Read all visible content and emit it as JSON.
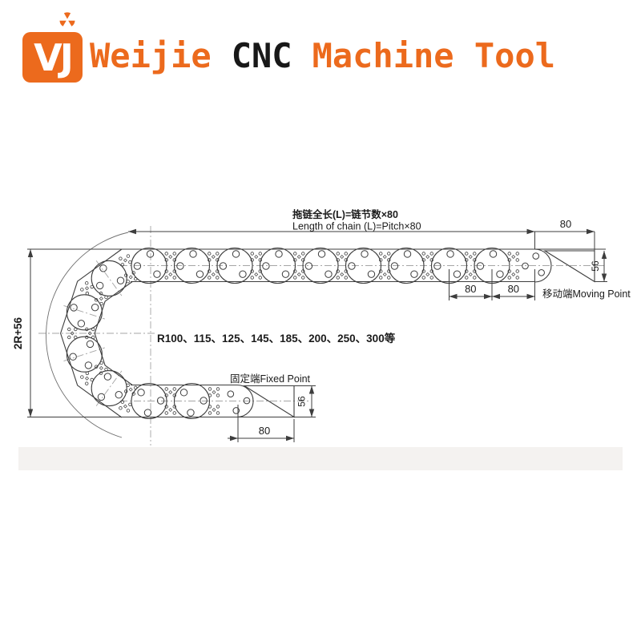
{
  "header": {
    "logo_text": "VJ",
    "title_part1": "Weijie",
    "title_part2": "CNC",
    "title_part3": "Machine Tool"
  },
  "colors": {
    "accent": "#ec6a1d",
    "ink": "#3d3d3d"
  },
  "diagram": {
    "formula_cn": "拖链全长(L)=链节数×80",
    "formula_en": "Length of chain (L)=Pitch×80",
    "pitch": "80",
    "height": "56",
    "bend_height": "2R+56",
    "radius_note": "R100、115、125、145、185、200、250、300等",
    "moving_label": "移动端Moving Point",
    "fixed_label": "固定端Fixed Point"
  }
}
